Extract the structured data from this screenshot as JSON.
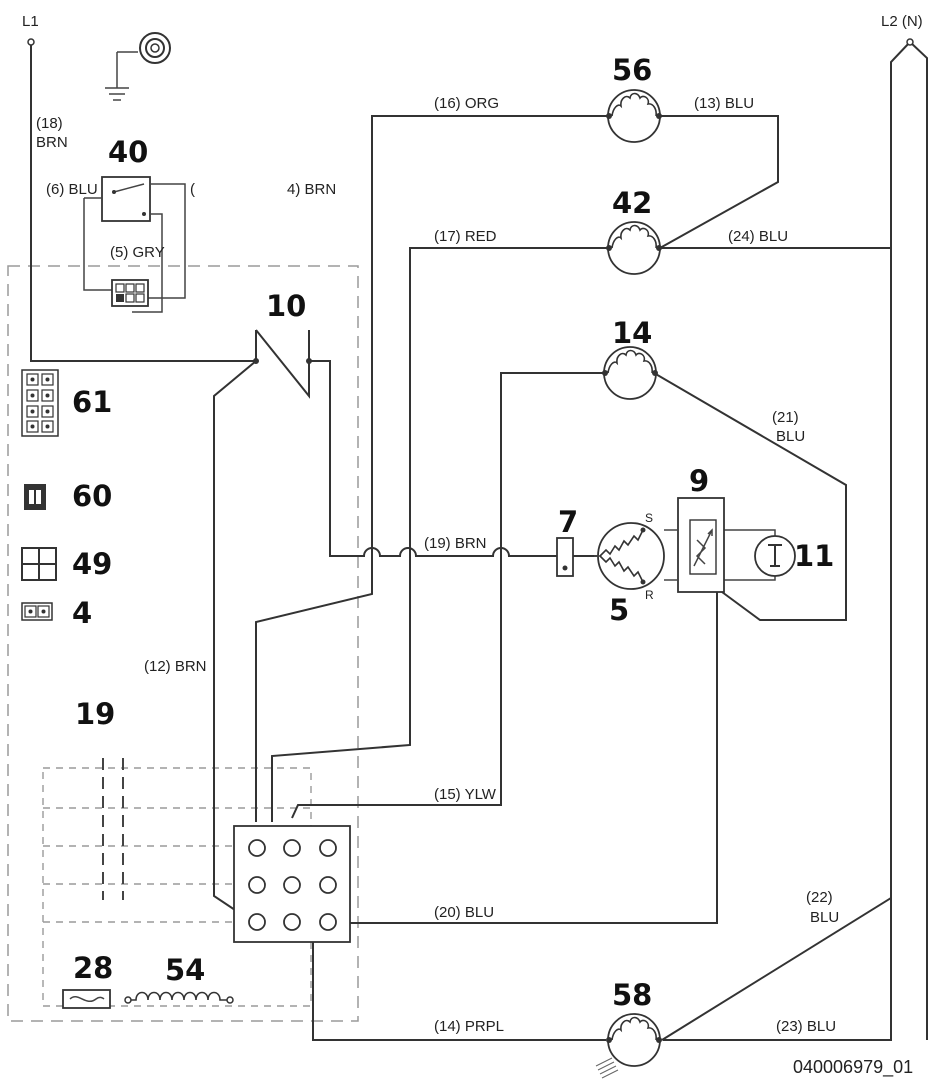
{
  "lines": {
    "l1": "L1",
    "l2": "L2 (N)"
  },
  "component_numbers": {
    "c4": "4",
    "c5": "5",
    "c7": "7",
    "c9": "9",
    "c10": "10",
    "c11": "11",
    "c14": "14",
    "c19": "19",
    "c28": "28",
    "c40": "40",
    "c42": "42",
    "c49": "49",
    "c54": "54",
    "c56": "56",
    "c58": "58",
    "c60": "60",
    "c61": "61"
  },
  "wire_labels": {
    "w18_num": "(18)",
    "w18_color": "BRN",
    "w6": "(6) BLU",
    "w6b": "(",
    "w4": "4) BRN",
    "w5": "(5) GRY",
    "w16": "(16) ORG",
    "w13": "(13) BLU",
    "w17": "(17) RED",
    "w24": "(24) BLU",
    "w21_num": "(21)",
    "w21_color": "BLU",
    "w19": "(19) BRN",
    "w12": "(12) BRN",
    "w15": "(15) YLW",
    "w20": "(20) BLU",
    "w22_num": "(22)",
    "w22_color": "BLU",
    "w14": "(14) PRPL",
    "w23": "(23) BLU"
  },
  "motor_terminals": {
    "s": "S",
    "r": "R"
  },
  "drawing_code": "040006979_01"
}
